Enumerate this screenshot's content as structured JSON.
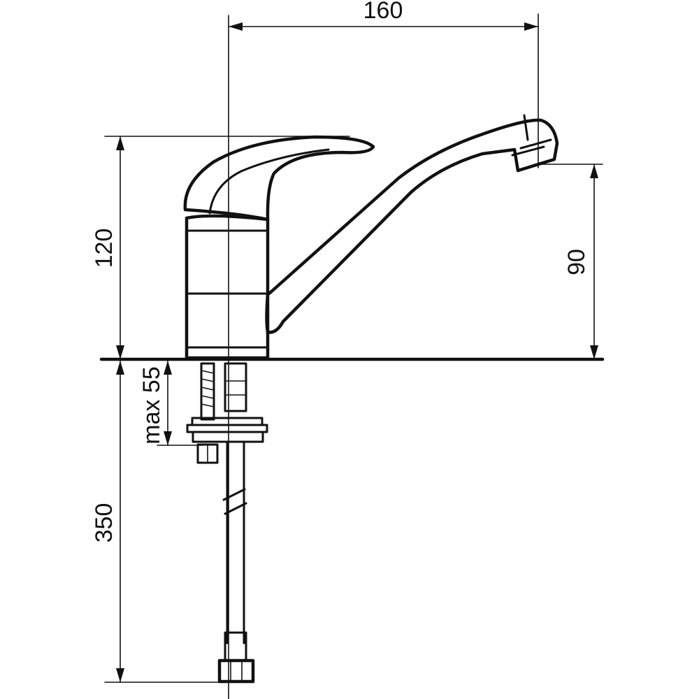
{
  "dimensions": {
    "spout_reach": "160",
    "overall_height": "120",
    "spout_height": "90",
    "max_deck_thickness": "max 55",
    "hose_length": "350"
  },
  "colors": {
    "line": "#111111",
    "background": "#ffffff"
  }
}
